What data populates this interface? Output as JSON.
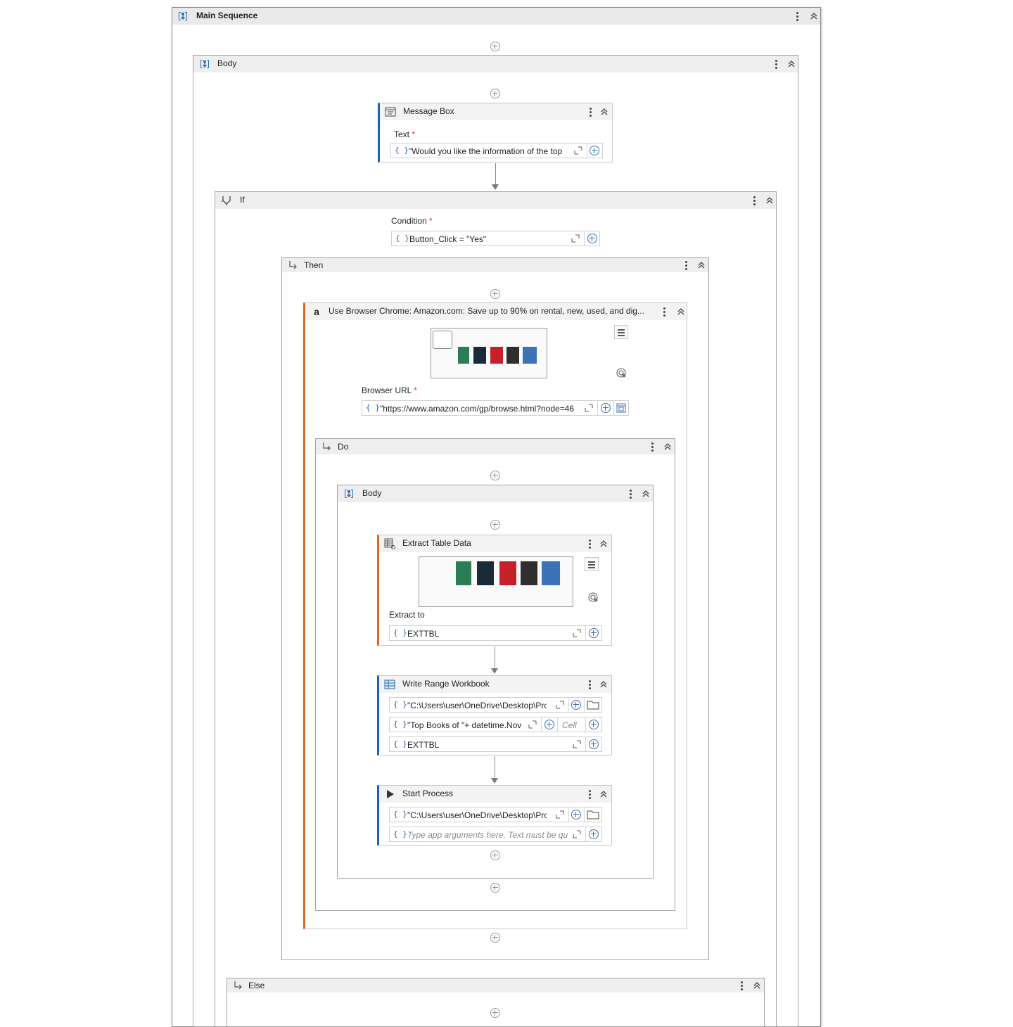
{
  "main": {
    "title": "Main Sequence"
  },
  "body": {
    "title": "Body"
  },
  "message_box": {
    "title": "Message Box",
    "text_label": "Text",
    "text_value": "\"Would you like the information of the top",
    "required_mark": "*"
  },
  "if_block": {
    "title": "If",
    "condition_label": "Condition",
    "condition_value": "Button_Click = \"Yes\""
  },
  "then_block": {
    "title": "Then"
  },
  "use_browser": {
    "title": "Use Browser Chrome: Amazon.com: Save up to 90% on rental, new, used, and dig...",
    "url_label": "Browser URL",
    "url_value": "\"https://www.amazon.com/gp/browse.html?node=46",
    "logo_letter": "a"
  },
  "do_block": {
    "title": "Do"
  },
  "inner_body": {
    "title": "Body"
  },
  "extract_table": {
    "title": "Extract Table Data",
    "extract_label": "Extract to",
    "extract_value": "EXTTBL"
  },
  "write_range": {
    "title": "Write Range Workbook",
    "path_value": "\"C:\\Users\\user\\OneDrive\\Desktop\\Pro",
    "sheet_value": "\"Top Books of \"+ datetime.Nov",
    "cell_placeholder": "Cell",
    "data_value": "EXTTBL"
  },
  "start_process": {
    "title": "Start Process",
    "path_value": "\"C:\\Users\\user\\OneDrive\\Desktop\\Pro",
    "args_placeholder": "Type app arguments here. Text must be quo"
  },
  "else_block": {
    "title": "Else"
  },
  "field_braces": "{ }",
  "icons": {
    "sequence": "sequence-icon",
    "if": "if-branch-icon",
    "branch": "branch-arrow-icon",
    "message": "message-box-icon",
    "amazon": "amazon-icon",
    "extract": "extract-table-icon",
    "write": "spreadsheet-icon",
    "start": "play-icon"
  },
  "colors": {
    "accent_blue": "#1b62b0",
    "accent_orange": "#e07a3d",
    "header_bg": "#eeeeee"
  }
}
